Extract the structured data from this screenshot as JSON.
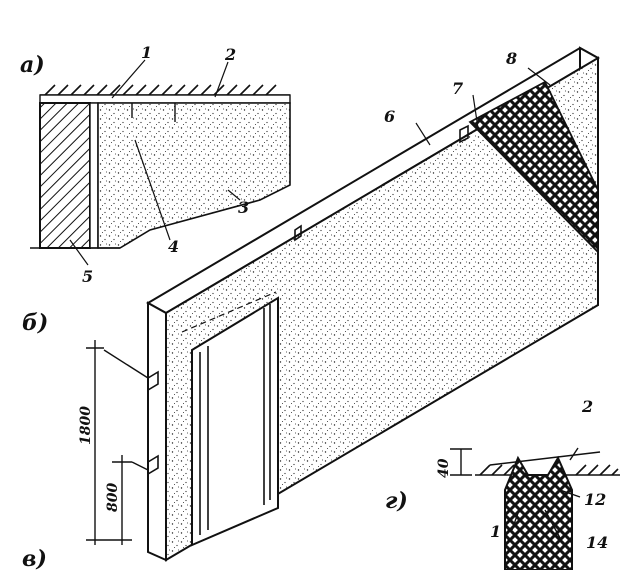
{
  "panel_labels": {
    "a": "а)",
    "b": "б)",
    "v": "в)",
    "g": "г)"
  },
  "callouts_a": [
    "1",
    "2",
    "3",
    "4",
    "5"
  ],
  "callouts_main": [
    "6",
    "7",
    "8"
  ],
  "callouts_g": [
    "2",
    "12",
    "1",
    "14"
  ],
  "dimensions": {
    "upper": "1800",
    "lower": "800",
    "joint_depth": "40"
  },
  "colors": {
    "ink": "#111111",
    "paper": "#ffffff"
  }
}
